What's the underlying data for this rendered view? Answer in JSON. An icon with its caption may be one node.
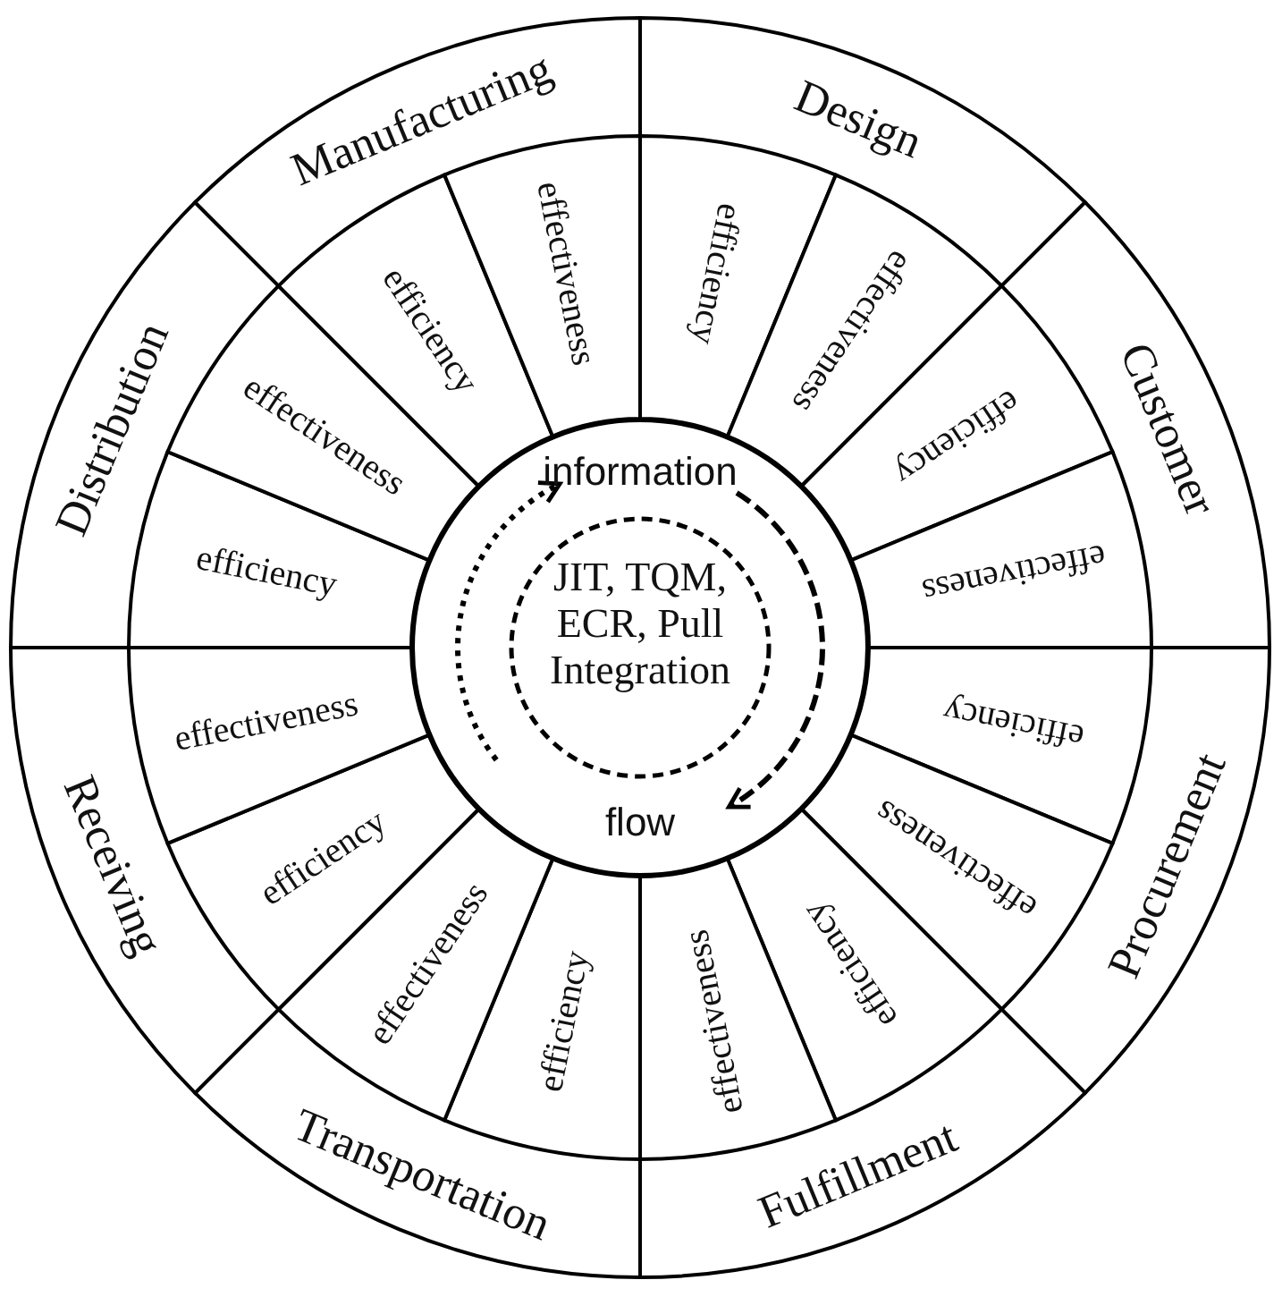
{
  "diagram": {
    "nodes": [
      {
        "text": [
          "Design"
        ]
      },
      {
        "text": [
          "efficiency"
        ],
        "in": 0
      },
      {
        "text": [
          "effectiveness"
        ],
        "in": 0
      },
      {
        "text": [
          "Customer"
        ]
      },
      {
        "text": [
          "efficiency"
        ],
        "in": 3
      },
      {
        "text": [
          "effectiveness"
        ],
        "in": 3
      },
      {
        "text": [
          "Procurement"
        ]
      },
      {
        "text": [
          "efficiency"
        ],
        "in": 6
      },
      {
        "text": [
          "effectiveness"
        ],
        "in": 6
      },
      {
        "text": [
          "Fulfillment"
        ]
      },
      {
        "text": [
          "efficiency"
        ],
        "in": 9
      },
      {
        "text": [
          "effectiveness"
        ],
        "in": 9
      },
      {
        "text": [
          "Transportation"
        ]
      },
      {
        "text": [
          "efficiency"
        ],
        "in": 12
      },
      {
        "text": [
          "effectiveness"
        ],
        "in": 12
      },
      {
        "text": [
          "Receiving"
        ]
      },
      {
        "text": [
          "efficiency"
        ],
        "in": 15
      },
      {
        "text": [
          "effectiveness"
        ],
        "in": 15
      },
      {
        "text": [
          "Distribution"
        ]
      },
      {
        "text": [
          "efficiency"
        ],
        "in": 18
      },
      {
        "text": [
          "effectiveness"
        ],
        "in": 18
      },
      {
        "text": [
          "Manufacturing"
        ]
      },
      {
        "text": [
          "efficiency"
        ],
        "in": 21
      },
      {
        "text": [
          "effectiveness"
        ],
        "in": 21
      },
      {
        "text": [
          "JIT, TQM, ECR, Pull Integration"
        ]
      }
    ],
    "labels": [
      "information",
      "flow"
    ]
  }
}
